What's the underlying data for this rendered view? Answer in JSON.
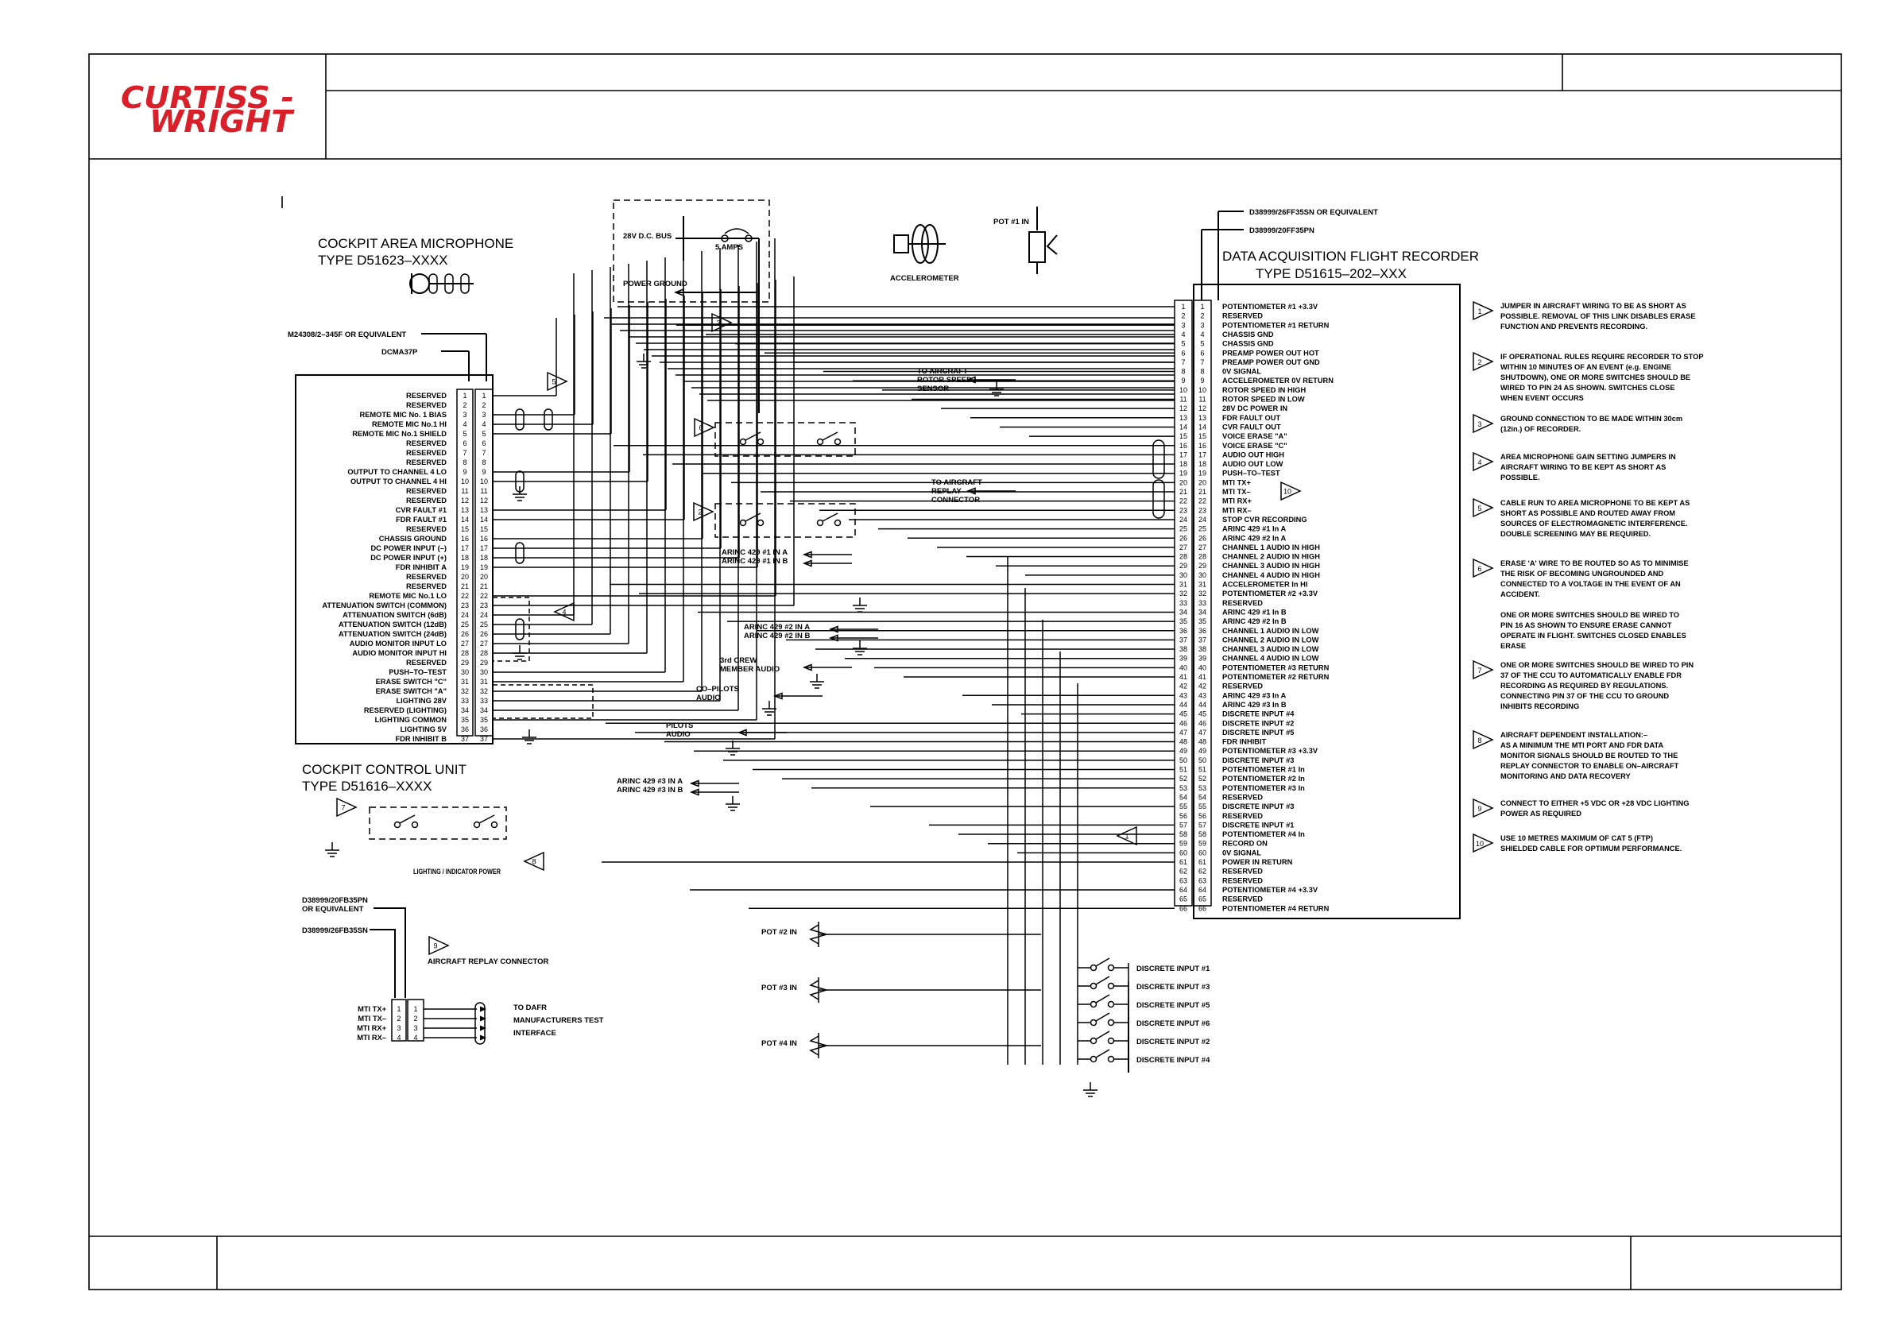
{
  "brand": {
    "logo_line1": "CURTISS -",
    "logo_line2": "WRIGHT",
    "color": "#d81f2a"
  },
  "cam": {
    "title1": "COCKPIT AREA MICROPHONE",
    "title2": "TYPE D51623–XXXX"
  },
  "ccu": {
    "title1": "COCKPIT CONTROL UNIT",
    "title2": "TYPE D51616–XXXX",
    "cable": "M24308/2–345F OR EQUIVALENT",
    "connector": "DCMA37P",
    "signals": [
      "RESERVED",
      "RESERVED",
      "REMOTE MIC No. 1 BIAS",
      "REMOTE MIC No.1 HI",
      "REMOTE MIC No.1 SHIELD",
      "RESERVED",
      "RESERVED",
      "RESERVED",
      "OUTPUT TO CHANNEL 4 LO",
      "OUTPUT TO CHANNEL 4 HI",
      "RESERVED",
      "RESERVED",
      "CVR FAULT #1",
      "FDR FAULT #1",
      "RESERVED",
      "CHASSIS GROUND",
      "DC POWER INPUT (–)",
      "DC POWER INPUT (+)",
      "FDR INHIBIT A",
      "RESERVED",
      "RESERVED",
      "REMOTE MIC No.1 LO",
      "ATTENUATION SWITCH (COMMON)",
      "ATTENUATION SWITCH (6dB)",
      "ATTENUATION SWITCH (12dB)",
      "ATTENUATION SWITCH (24dB)",
      "AUDIO MONITOR INPUT LO",
      "AUDIO MONITOR INPUT HI",
      "RESERVED",
      "PUSH–TO–TEST",
      "ERASE SWITCH \"C\"",
      "ERASE SWITCH \"A\"",
      "LIGHTING 28V",
      "RESERVED (LIGHTING)",
      "LIGHTING COMMON",
      "LIGHTING 5V",
      "FDR INHIBIT B"
    ],
    "lighting_label": "LIGHTING / INDICATOR POWER"
  },
  "power": {
    "bus": "28V D.C. BUS",
    "breaker": "5 AMPS",
    "ground": "POWER GROUND"
  },
  "accel": {
    "label": "ACCELEROMETER",
    "pot1": "POT #1 IN"
  },
  "dafr": {
    "title1": "DATA ACQUISITION FLIGHT RECORDER",
    "title2": "TYPE D51615–202–XXX",
    "cable1": "D38999/26FF35SN OR EQUIVALENT",
    "cable2": "D38999/20FF35PN",
    "signals": [
      "POTENTIOMETER #1 +3.3V",
      "RESERVED",
      "POTENTIOMETER #1 RETURN",
      "CHASSIS GND",
      "CHASSIS GND",
      "PREAMP POWER OUT HOT",
      "PREAMP POWER OUT GND",
      "0V SIGNAL",
      "ACCELEROMETER 0V RETURN",
      "ROTOR SPEED IN HIGH",
      "ROTOR SPEED IN LOW",
      "28V DC POWER IN",
      "FDR FAULT OUT",
      "CVR FAULT OUT",
      "VOICE ERASE \"A\"",
      "VOICE ERASE \"C\"",
      "AUDIO OUT HIGH",
      "AUDIO OUT LOW",
      "PUSH–TO–TEST",
      "MTI TX+",
      "MTI TX–",
      "MTI RX+",
      "MTI RX–",
      "STOP CVR RECORDING",
      "ARINC 429 #1 In A",
      "ARINC 429 #2 In A",
      "CHANNEL 1 AUDIO IN HIGH",
      "CHANNEL 2 AUDIO IN HIGH",
      "CHANNEL 3 AUDIO IN HIGH",
      "CHANNEL 4 AUDIO IN HIGH",
      "ACCELEROMETER In HI",
      "POTENTIOMETER #2 +3.3V",
      "RESERVED",
      "ARINC 429 #1 In B",
      "ARINC 429 #2 In B",
      "CHANNEL 1 AUDIO IN LOW",
      "CHANNEL 2 AUDIO IN LOW",
      "CHANNEL 3 AUDIO IN LOW",
      "CHANNEL 4 AUDIO IN LOW",
      "POTENTIOMETER #3 RETURN",
      "POTENTIOMETER #2 RETURN",
      "RESERVED",
      "ARINC 429 #3 In A",
      "ARINC 429 #3 In B",
      "DISCRETE INPUT #4",
      "DISCRETE INPUT #2",
      "DISCRETE INPUT #5",
      "FDR INHIBIT",
      "POTENTIOMETER #3 +3.3V",
      "DISCRETE INPUT #3",
      "POTENTIOMETER #1 In",
      "POTENTIOMETER #2 In",
      "POTENTIOMETER #3 In",
      "RESERVED",
      "DISCRETE INPUT #3",
      "RESERVED",
      "DISCRETE INPUT #1",
      "POTENTIOMETER #4 In",
      "RECORD ON",
      "0V SIGNAL",
      "POWER IN RETURN",
      "RESERVED",
      "RESERVED",
      "POTENTIOMETER #4 +3.3V",
      "RESERVED",
      "POTENTIOMETER #4 RETURN"
    ]
  },
  "mid": {
    "rotor": [
      "TO AIRCRAFT",
      "ROTOR SPEED",
      "SENSOR"
    ],
    "replay": [
      "TO AIRCRAFT",
      "REPLAY",
      "CONNECTOR"
    ],
    "arinc1": [
      "ARINC 429 #1 IN A",
      "ARINC 429 #1 IN B"
    ],
    "arinc2": [
      "ARINC 429 #2 IN A",
      "ARINC 429 #2 IN B"
    ],
    "crew3": [
      "3rd CREW",
      "MEMBER AUDIO"
    ],
    "copilot": [
      "CO–PILOTS",
      "AUDIO"
    ],
    "pilots": [
      "PILOTS",
      "AUDIO"
    ],
    "arinc3": [
      "ARINC 429 #3 IN A",
      "ARINC 429 #3 IN B"
    ],
    "pots": [
      "POT #2 IN",
      "POT #3 IN",
      "POT #4 IN"
    ],
    "discretes": [
      "DISCRETE INPUT #1",
      "DISCRETE INPUT #3",
      "DISCRETE INPUT #5",
      "DISCRETE INPUT #6",
      "DISCRETE INPUT #2",
      "DISCRETE INPUT #4"
    ]
  },
  "replay_conn": {
    "cable1": [
      "D38999/20FB35PN",
      "OR EQUIVALENT"
    ],
    "cable2": "D38999/26FB35SN",
    "label": "AIRCRAFT REPLAY CONNECTOR",
    "signals": [
      "MTI TX+",
      "MTI TX–",
      "MTI RX+",
      "MTI RX–"
    ],
    "dest": [
      "TO DAFR",
      "MANUFACTURERS TEST",
      "INTERFACE"
    ]
  },
  "notes": [
    {
      "num": "1",
      "lines": [
        "JUMPER IN AIRCRAFT WIRING TO BE AS SHORT AS",
        "POSSIBLE. REMOVAL OF THIS LINK DISABLES ERASE",
        "FUNCTION AND PREVENTS RECORDING."
      ]
    },
    {
      "num": "2",
      "lines": [
        "IF OPERATIONAL RULES REQUIRE RECORDER TO STOP",
        "WITHIN 10 MINUTES OF AN EVENT (e.g. ENGINE",
        "SHUTDOWN), ONE OR MORE SWITCHES SHOULD BE",
        "WIRED TO PIN 24 AS SHOWN. SWITCHES CLOSE",
        "WHEN EVENT OCCURS"
      ]
    },
    {
      "num": "3",
      "lines": [
        "GROUND CONNECTION TO BE MADE WITHIN 30cm",
        "(12in.) OF RECORDER."
      ]
    },
    {
      "num": "4",
      "lines": [
        "AREA MICROPHONE GAIN SETTING JUMPERS IN",
        "AIRCRAFT WIRING TO BE KEPT AS SHORT AS",
        "POSSIBLE."
      ]
    },
    {
      "num": "5",
      "lines": [
        "CABLE RUN TO AREA MICROPHONE TO BE KEPT AS",
        "SHORT AS POSSIBLE AND ROUTED AWAY FROM",
        "SOURCES OF ELECTROMAGNETIC INTERFERENCE.",
        "DOUBLE SCREENING MAY BE REQUIRED."
      ]
    },
    {
      "num": "6",
      "lines": [
        "ERASE 'A' WIRE TO BE ROUTED SO AS TO MINIMISE",
        "THE RISK OF BECOMING UNGROUNDED AND",
        "CONNECTED TO A VOLTAGE IN THE EVENT OF AN",
        "ACCIDENT.",
        "",
        "ONE OR MORE SWITCHES SHOULD BE WIRED TO",
        "PIN 16 AS SHOWN TO ENSURE ERASE CANNOT",
        "OPERATE IN FLIGHT. SWITCHES CLOSED ENABLES",
        "ERASE"
      ]
    },
    {
      "num": "7",
      "lines": [
        "ONE OR MORE SWITCHES SHOULD BE WIRED TO PIN",
        "37 OF THE CCU TO AUTOMATICALLY ENABLE FDR",
        "RECORDING AS REQUIRED BY REGULATIONS.",
        "CONNECTING PIN 37 OF THE CCU TO GROUND",
        "INHIBITS RECORDING"
      ]
    },
    {
      "num": "8",
      "lines": [
        "AIRCRAFT DEPENDENT INSTALLATION:–",
        "AS A MINIMUM THE MTI PORT AND FDR DATA",
        "MONITOR SIGNALS SHOULD BE ROUTED TO THE",
        "REPLAY CONNECTOR TO ENABLE ON–AIRCRAFT",
        "MONITORING AND DATA RECOVERY"
      ]
    },
    {
      "num": "9",
      "lines": [
        "CONNECT TO EITHER +5 VDC OR +28 VDC LIGHTING",
        "POWER AS REQUIRED"
      ]
    },
    {
      "num": "10",
      "lines": [
        "USE 10 METRES MAXIMUM OF CAT 5 (FTP)",
        "SHIELDED CABLE FOR OPTIMUM PERFORMANCE."
      ]
    }
  ],
  "callouts": [
    "1",
    "2",
    "3",
    "4",
    "5",
    "6",
    "7",
    "8",
    "9",
    "10"
  ]
}
